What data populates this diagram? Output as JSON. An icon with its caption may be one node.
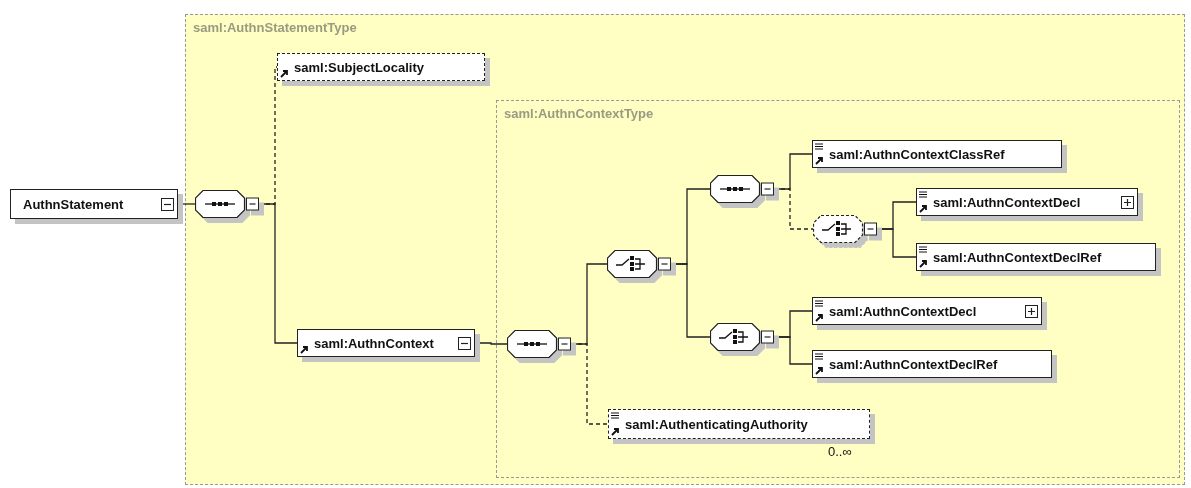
{
  "diagram": {
    "nodes": [
      {
        "text": [
          "saml:AuthnStatementType"
        ]
      },
      {
        "text": [
          "AuthnStatement"
        ]
      },
      {
        "text": [],
        "shape": "octagon",
        "in": 0
      },
      {
        "text": [
          "saml:SubjectLocality"
        ],
        "in": 0
      },
      {
        "text": [
          "saml:AuthnContext"
        ],
        "in": 0
      },
      {
        "text": [
          "saml:AuthnContextType"
        ],
        "in": 0
      },
      {
        "text": [],
        "shape": "octagon",
        "in": 5
      },
      {
        "text": [],
        "shape": "octagon",
        "in": 5
      },
      {
        "text": [],
        "shape": "octagon",
        "in": 5
      },
      {
        "text": [
          "saml:AuthnContextClassRef"
        ],
        "in": 5
      },
      {
        "text": [],
        "shape": "octagon",
        "in": 5
      },
      {
        "text": [
          "saml:AuthnContextDecl"
        ],
        "in": 5
      },
      {
        "text": [
          "saml:AuthnContextDeclRef"
        ],
        "in": 5
      },
      {
        "text": [],
        "shape": "octagon",
        "in": 5
      },
      {
        "text": [
          "saml:AuthnContextDecl"
        ],
        "in": 5
      },
      {
        "text": [
          "saml:AuthnContextDeclRef"
        ],
        "in": 5
      },
      {
        "text": [
          "saml:AuthenticatingAuthority"
        ],
        "in": 5,
        "beside": [
          "0..∞"
        ]
      }
    ],
    "edges": [
      {
        "from": 1,
        "to": 2,
        "arrow": "none"
      },
      {
        "from": 2,
        "to": 3,
        "arrow": "none",
        "style": "dashed"
      },
      {
        "from": 2,
        "to": 4,
        "arrow": "none"
      },
      {
        "from": 4,
        "to": 6,
        "arrow": "none"
      },
      {
        "from": 6,
        "to": 7,
        "arrow": "none"
      },
      {
        "from": 6,
        "to": 16,
        "arrow": "none",
        "style": "dashed"
      },
      {
        "from": 7,
        "to": 8,
        "arrow": "none"
      },
      {
        "from": 7,
        "to": 13,
        "arrow": "none"
      },
      {
        "from": 8,
        "to": 9,
        "arrow": "none"
      },
      {
        "from": 8,
        "to": 10,
        "arrow": "none",
        "style": "dashed"
      },
      {
        "from": 10,
        "to": 11,
        "arrow": "none"
      },
      {
        "from": 10,
        "to": 12,
        "arrow": "none"
      },
      {
        "from": 13,
        "to": 14,
        "arrow": "none"
      },
      {
        "from": 13,
        "to": 15,
        "arrow": "none"
      }
    ]
  }
}
